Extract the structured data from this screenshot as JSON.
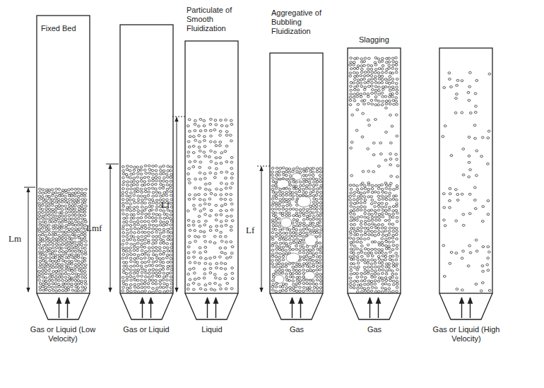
{
  "diagram": {
    "labels": [
      "Fixed Bed",
      "Particulate of Smooth Fluidization",
      "Aggregative of Bubbling Fluidization",
      "Slagging",
      "Lm",
      "Lmf",
      "Lf",
      "Lf",
      "Gas or Liquid (Low Velocity)",
      "Gas or Liquid",
      "Liquid",
      "Gas",
      "Gas",
      "Gas or Liquid (High Velocity)"
    ]
  }
}
